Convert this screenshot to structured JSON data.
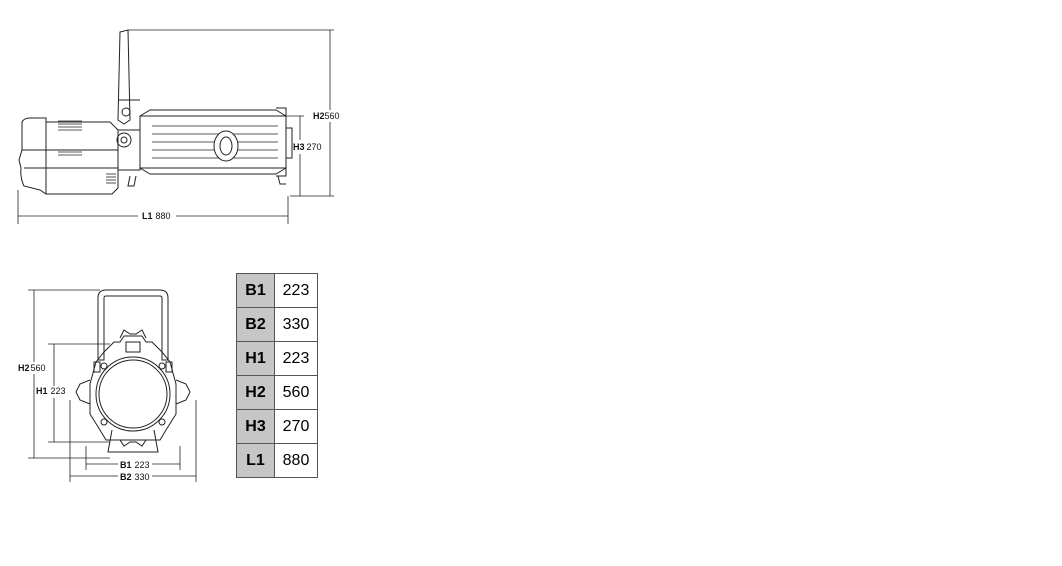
{
  "side_view": {
    "dim_h2": {
      "key": "H2",
      "value": "560"
    },
    "dim_h3": {
      "key": "H3",
      "value": "270"
    },
    "dim_l1": {
      "key": "L1",
      "value": "880"
    }
  },
  "front_view": {
    "dim_h2": {
      "key": "H2",
      "value": "560"
    },
    "dim_h1": {
      "key": "H1",
      "value": "223"
    },
    "dim_b1": {
      "key": "B1",
      "value": "223"
    },
    "dim_b2": {
      "key": "B2",
      "value": "330"
    }
  },
  "spec_table": [
    {
      "key": "B1",
      "value": "223"
    },
    {
      "key": "B2",
      "value": "330"
    },
    {
      "key": "H1",
      "value": "223"
    },
    {
      "key": "H2",
      "value": "560"
    },
    {
      "key": "H3",
      "value": "270"
    },
    {
      "key": "L1",
      "value": "880"
    }
  ],
  "colors": {
    "line": "#222222",
    "table_key_bg": "#c6c6c6",
    "table_border": "#555555"
  }
}
